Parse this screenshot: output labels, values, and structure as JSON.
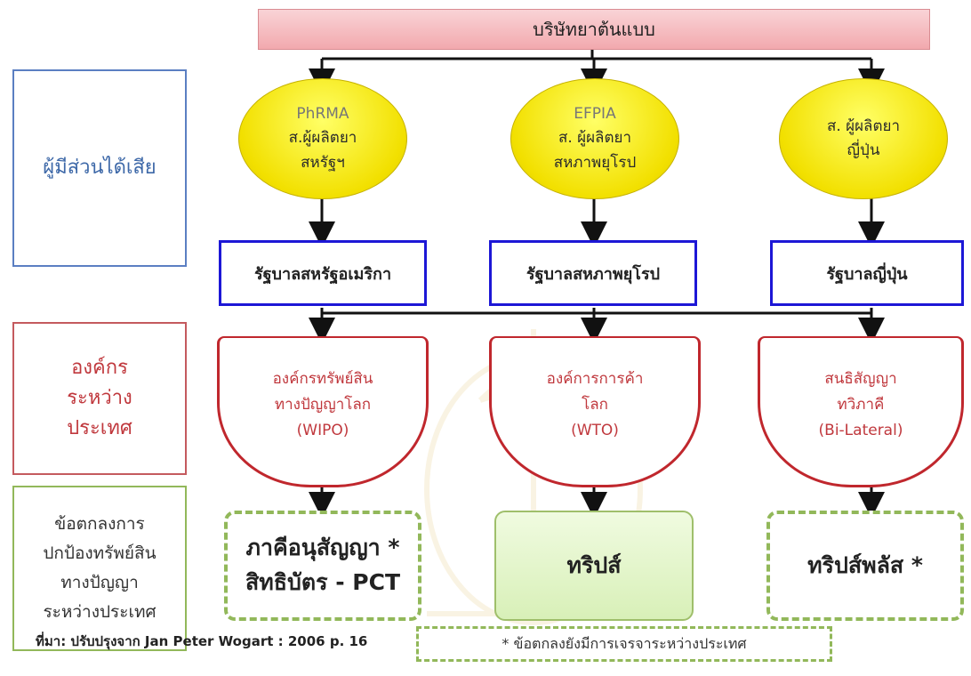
{
  "header": {
    "company": "บริษัทยาต้นแบบ"
  },
  "rows": {
    "stakeholders": "ผู้มีส่วนได้เสีย",
    "intl_org": [
      "องค์กร",
      "ระหว่าง",
      "ประเทศ"
    ],
    "agreements": [
      "ข้อตกลงการ",
      "ปกป้องทรัพย์สิน",
      "ทางปัญญา",
      "ระหว่างประเทศ"
    ]
  },
  "associations": [
    {
      "line1": "PhRMA",
      "line2": "ส.ผู้ผลิตยา",
      "line3": "สหรัฐฯ"
    },
    {
      "line1": "EFPIA",
      "line2": "ส. ผู้ผลิตยา",
      "line3": "สหภาพยุโรป"
    },
    {
      "line1": "ส. ผู้ผลิตยา",
      "line2": "ญี่ปุ่น"
    }
  ],
  "governments": [
    {
      "label": "รัฐบาลสหรัฐอเมริกา"
    },
    {
      "label": "รัฐบาลสหภาพยุโรป"
    },
    {
      "label": "รัฐบาลญี่ปุ่น"
    }
  ],
  "organizations": [
    {
      "line1": "องค์กรทรัพย์สิน",
      "line2": "ทางปัญญาโลก",
      "line3": "(WIPO)"
    },
    {
      "line1": "องค์การการค้า",
      "line2": "โลก",
      "line3": "(WTO)"
    },
    {
      "line1": "สนธิสัญญา",
      "line2": "ทวิภาคี",
      "line3": "(Bi-Lateral)"
    }
  ],
  "agreement_boxes": [
    {
      "line1": "ภาคีอนุสัญญา *",
      "line2": "สิทธิบัตร - PCT"
    },
    {
      "line1": "ทริปส์"
    },
    {
      "line1": "ทริปส์พลัส *"
    }
  ],
  "footnote": "* ข้อตกลงยังมีการเจรจาระหว่างประเทศ",
  "source": "ที่มา: ปรับปรุงจาก Jan Peter Wogart : 2006 p. 16",
  "colors": {
    "association_fill": "#f2e000",
    "government_border": "#1d17d6",
    "organization_border": "#c0272d",
    "agreement_border": "#92b85a",
    "header_fill": "#f2a9ae"
  }
}
